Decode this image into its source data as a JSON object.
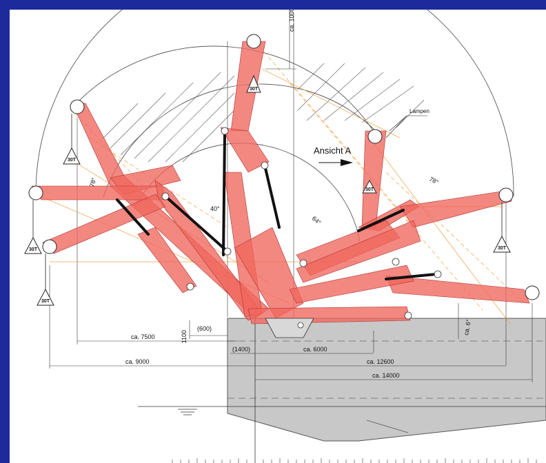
{
  "colors": {
    "frame": "#1c2a9c",
    "boom": "#f0675e",
    "hull": "#c8c8c8",
    "construction": "#f0a040"
  },
  "dimensions": {
    "top_height": "ca. 1000",
    "d_600": "(600)",
    "d_1100": "1100",
    "d_1400": "(1400)",
    "d_6000": "ca. 6000",
    "d_7500": "ca. 7500",
    "d_9000": "ca. 9000",
    "d_12600": "ca. 12600",
    "d_14000": "ca. 14000",
    "angle_small": "ca. 6°"
  },
  "angles": {
    "a78_left": "78°",
    "a40": "40°",
    "a64": "64°",
    "a78_right": "78°"
  },
  "labels": {
    "view": "Ansicht A",
    "lamps": "Lampen",
    "load": "30T"
  }
}
